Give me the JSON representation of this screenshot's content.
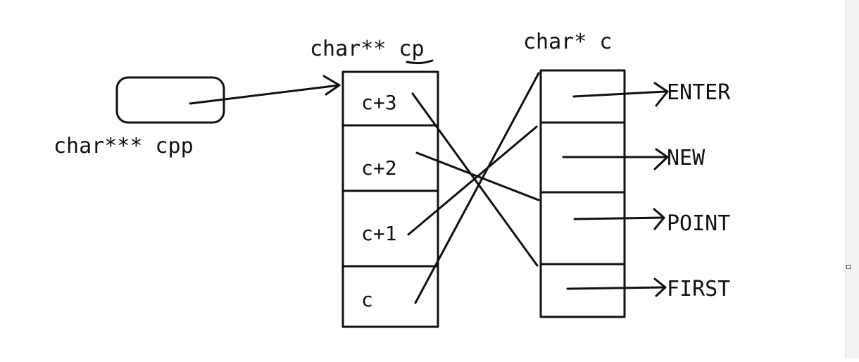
{
  "cpp": {
    "label": "char*** cpp"
  },
  "cp": {
    "label": "char** cp",
    "cells": [
      "c+3",
      "c+2",
      "c+1",
      "c"
    ]
  },
  "c": {
    "label": "char* c",
    "strings": [
      "ENTER",
      "NEW",
      "POINT",
      "FIRST"
    ]
  },
  "colors": {
    "ink": "#111111",
    "background": "#ffffff"
  }
}
